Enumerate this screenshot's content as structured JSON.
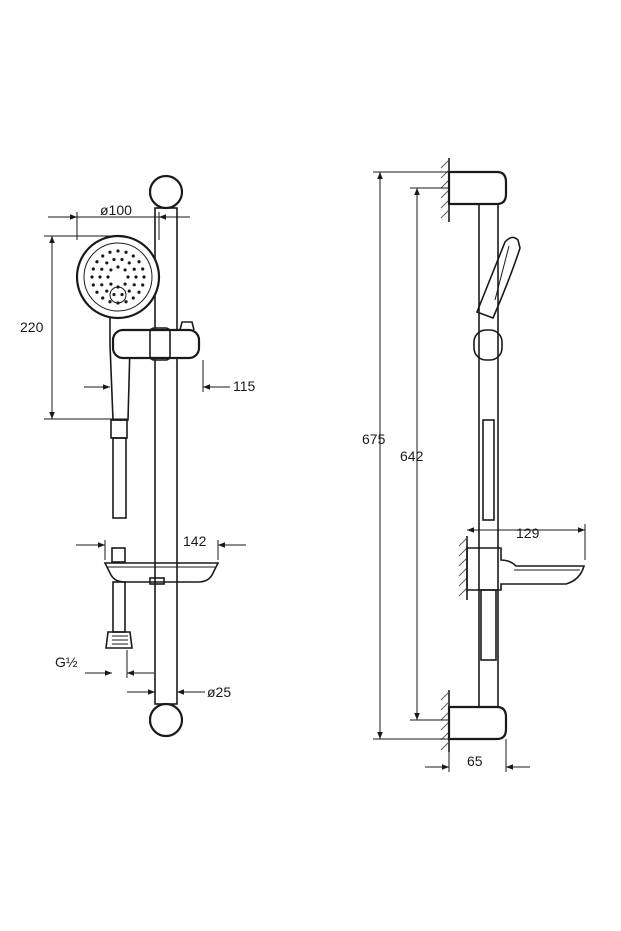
{
  "title": "",
  "dimensions": {
    "head_diameter": "ø100",
    "head_height": "220",
    "slider_offset": "115",
    "soap_dish_width": "142",
    "thread": "G½",
    "bar_diameter": "ø25",
    "total_height": "675",
    "fixing_distance": "642",
    "dish_projection": "129",
    "wall_projection": "65"
  },
  "colors": {
    "line": "#1a1a1a",
    "background": "#ffffff"
  }
}
